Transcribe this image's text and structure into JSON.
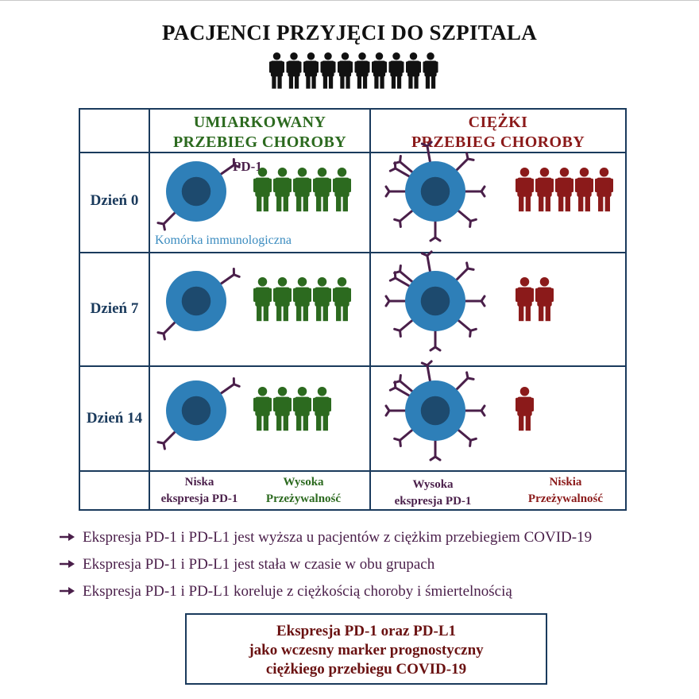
{
  "title": "PACJENCI PRZYJĘCI DO SZPITALA",
  "crowd_count": 10,
  "columns": {
    "moderate": {
      "line1": "UMIARKOWANY",
      "line2": "PRZEBIEG CHOROBY"
    },
    "severe": {
      "line1": "CIĘŻKI",
      "line2": "PRZEBIEG CHOROBY"
    }
  },
  "rows": [
    {
      "day": "Dzień 0",
      "moderate_survivors": 5,
      "severe_survivors": 5
    },
    {
      "day": "Dzień 7",
      "moderate_survivors": 5,
      "severe_survivors": 2
    },
    {
      "day": "Dzień 14",
      "moderate_survivors": 4,
      "severe_survivors": 1
    }
  ],
  "cell_labels": {
    "receptor": "PD-1",
    "cell": "Komórka immunologiczna"
  },
  "footer": {
    "moderate_expr": {
      "line1": "Niska",
      "line2": "ekspresja PD-1"
    },
    "moderate_surv": {
      "line1": "Wysoka",
      "line2": "Przeżywalność"
    },
    "severe_expr": {
      "line1": "Wysoka",
      "line2": "ekspresja PD-1"
    },
    "severe_surv": {
      "line1": "Niskia",
      "line2": "Przeżywalność"
    }
  },
  "bullets": [
    "Ekspresja PD-1 i PD-L1 jest wyższa u pacjentów z ciężkim przebiegiem COVID-19",
    "Ekspresja PD-1 i PD-L1 jest stała w czasie w obu grupach",
    "Ekspresja PD-1 i PD-L1 koreluje z ciężkością choroby i śmiertelnością"
  ],
  "conclusion": {
    "line1": "Ekspresja PD-1 oraz PD-L1",
    "line2": "jako wczesny marker prognostyczny",
    "line3": "ciężkiego przebiegu COVID-19"
  },
  "colors": {
    "frame": "#1a3a5c",
    "moderate": "#2c6a1f",
    "severe": "#8b1a1a",
    "cell_outer": "#2e7fb8",
    "cell_inner": "#1d4a6e",
    "receptor": "#4a1f4a"
  }
}
